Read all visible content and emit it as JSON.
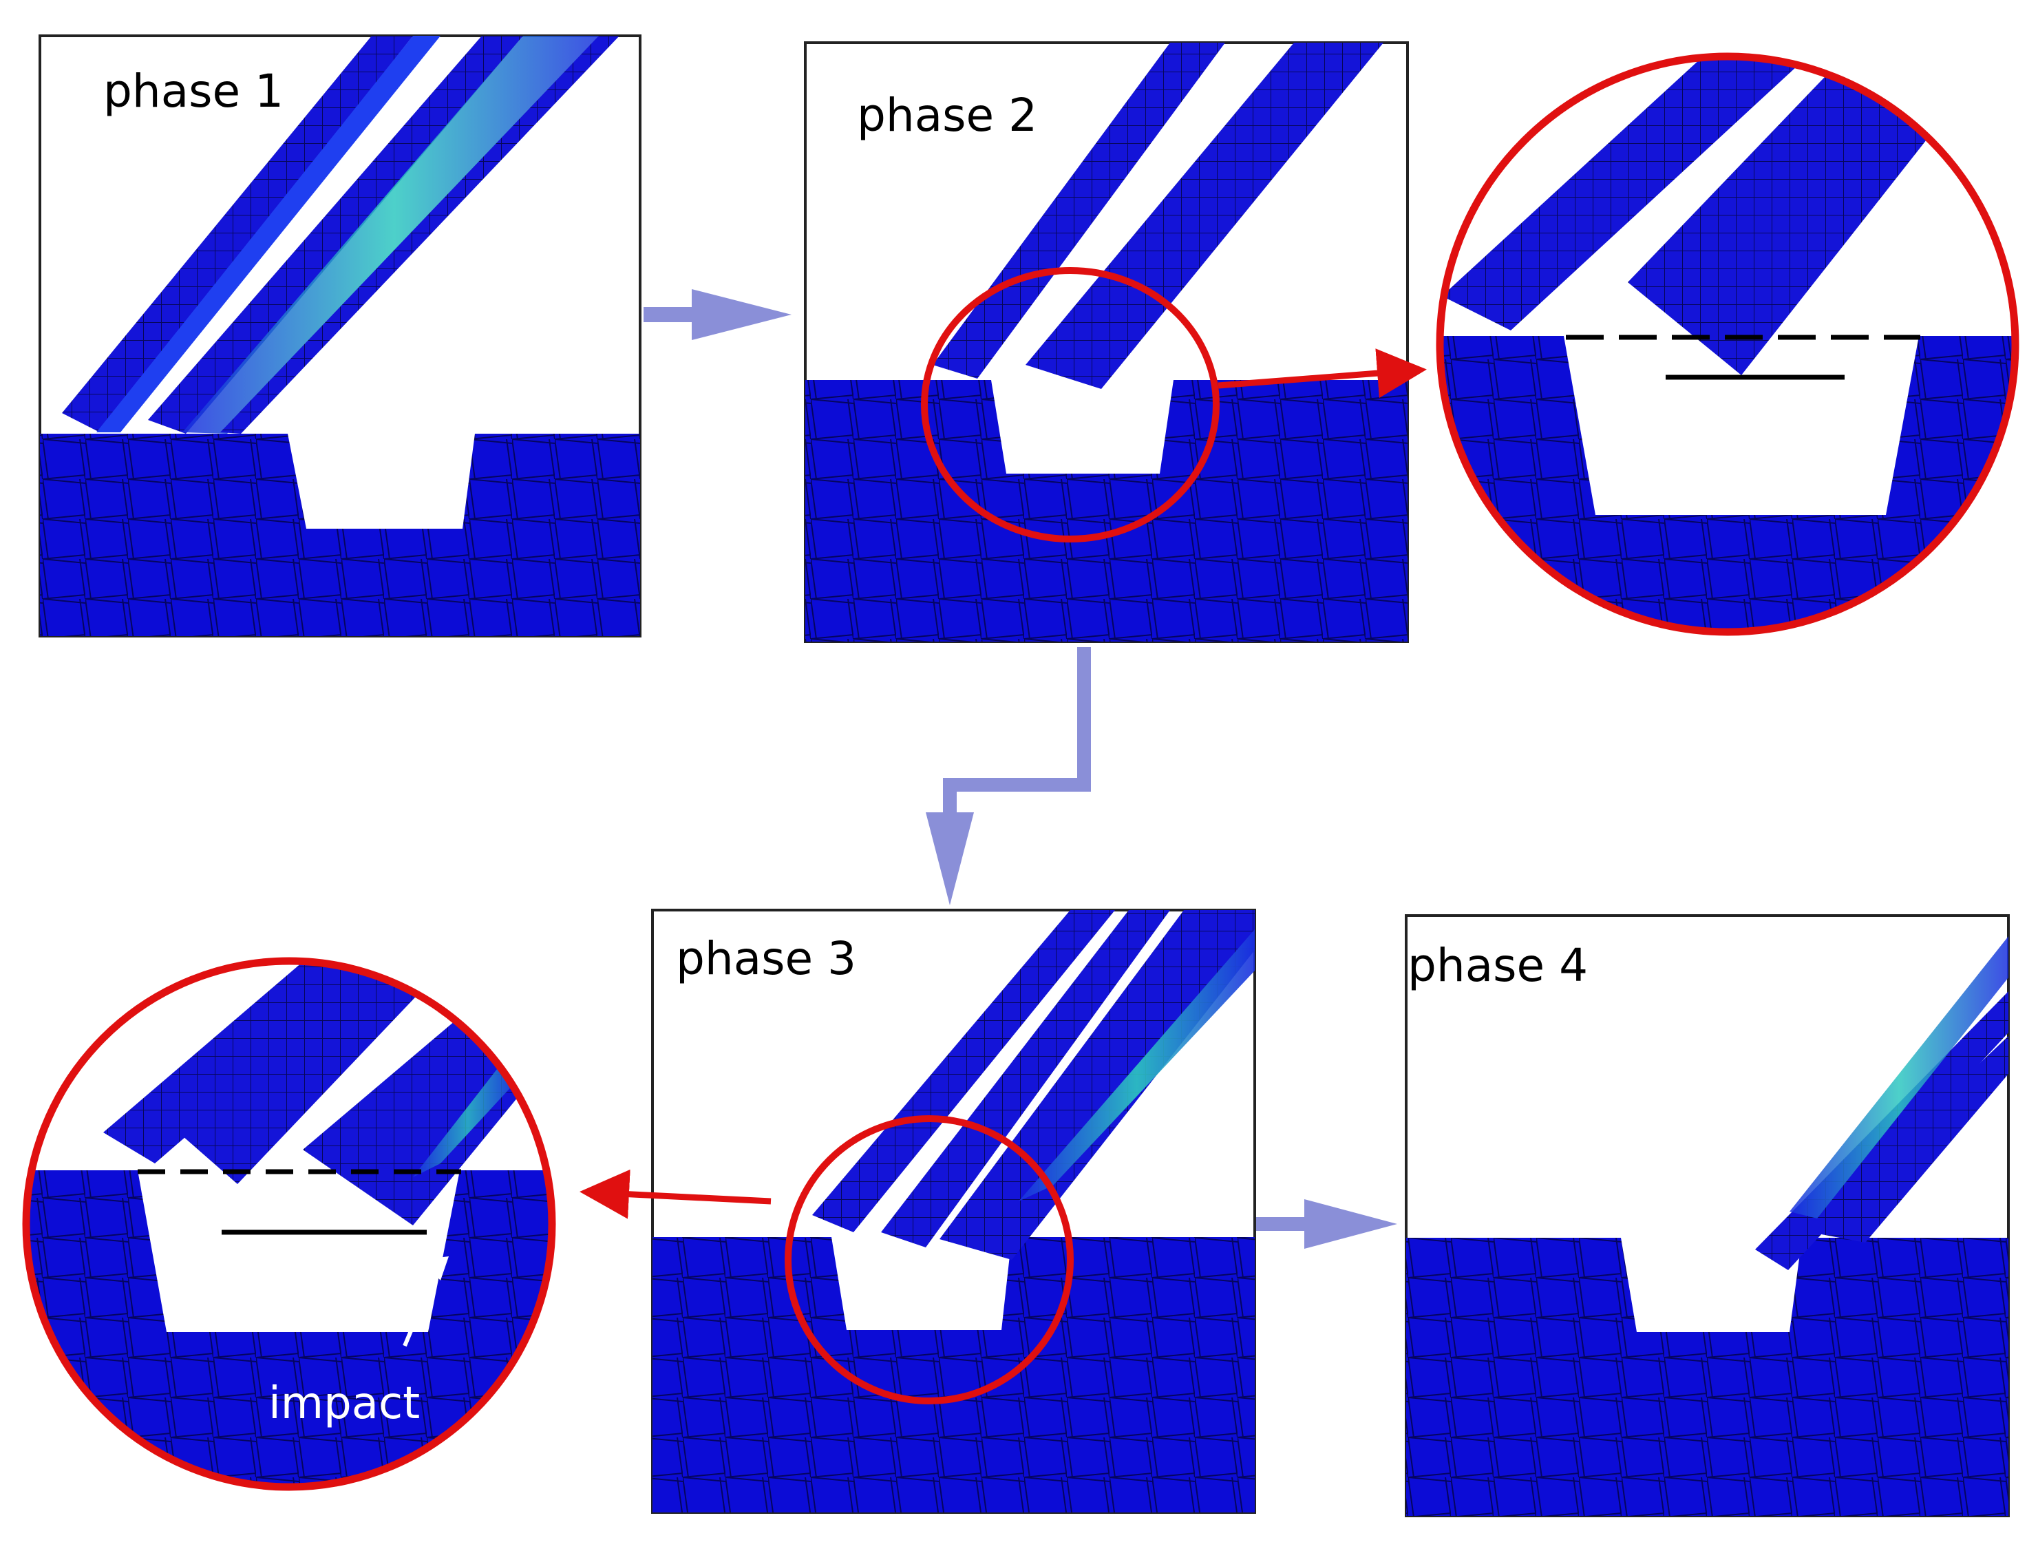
{
  "labels": {
    "phase1": "phase 1",
    "phase2": "phase 2",
    "phase3": "phase 3",
    "phase4": "phase 4",
    "impact": "impact"
  },
  "colors": {
    "material_blue": "#0c0cd6",
    "mesh_line": "#050560",
    "stress_hot": "#2ec8c0",
    "flow_arrow": "#8a8fd8",
    "highlight_red": "#e01010",
    "panel_frame": "#222222"
  }
}
